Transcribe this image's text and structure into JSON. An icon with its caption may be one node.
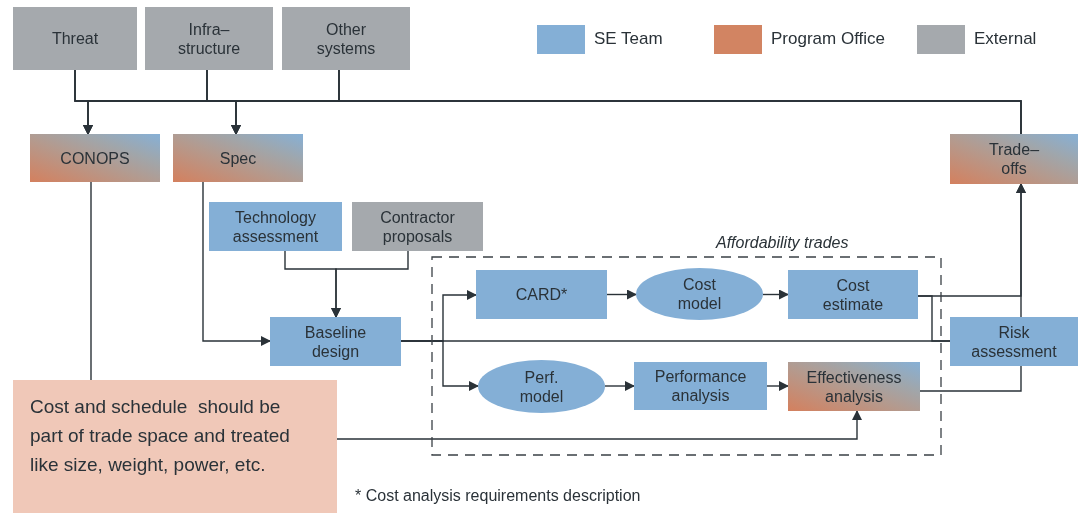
{
  "diagram": {
    "nodes": [
      {
        "text": [
          "Threat"
        ]
      },
      {
        "text": [
          "Infra– structure"
        ]
      },
      {
        "text": [
          "Other systems"
        ]
      },
      {
        "text": [
          "CONOPS"
        ]
      },
      {
        "text": [
          "Spec"
        ]
      },
      {
        "text": [
          "Trade– offs"
        ]
      },
      {
        "text": [
          "Technology assessment"
        ]
      },
      {
        "text": [
          "Contractor proposals"
        ]
      },
      {
        "text": [
          "Baseline design"
        ]
      },
      {
        "text": [
          "Affordability trades"
        ]
      },
      {
        "text": [
          "CARD*"
        ],
        "in": 9
      },
      {
        "text": [
          "Cost model"
        ],
        "in": 9
      },
      {
        "text": [
          "Cost estimate"
        ],
        "in": 9
      },
      {
        "text": [
          "Risk assessment"
        ]
      },
      {
        "text": [
          "Perf. model"
        ],
        "in": 9
      },
      {
        "text": [
          "Performance analysis"
        ],
        "in": 9
      },
      {
        "text": [
          "Effectiveness analysis"
        ],
        "in": 9
      },
      {
        "text": [
          "Cost and schedule  should be part of trade space and treated like size, weight, power, etc."
        ]
      }
    ],
    "edges": [
      {
        "from": 0,
        "to": 3,
        "arrow": "to"
      },
      {
        "from": 0,
        "to": 4,
        "arrow": "to"
      },
      {
        "from": 0,
        "to": 5,
        "arrow": "none"
      },
      {
        "from": 1,
        "to": 3,
        "arrow": "to"
      },
      {
        "from": 1,
        "to": 4,
        "arrow": "to"
      },
      {
        "from": 1,
        "to": 5,
        "arrow": "none"
      },
      {
        "from": 2,
        "to": 3,
        "arrow": "to"
      },
      {
        "from": 2,
        "to": 4,
        "arrow": "to"
      },
      {
        "from": 2,
        "to": 5,
        "arrow": "none"
      },
      {
        "from": 3,
        "to": 17,
        "arrow": "none"
      },
      {
        "from": 4,
        "to": 8,
        "arrow": "to"
      },
      {
        "from": 6,
        "to": 8,
        "arrow": "to"
      },
      {
        "from": 7,
        "to": 8,
        "arrow": "to"
      },
      {
        "from": 8,
        "to": 10,
        "arrow": "to"
      },
      {
        "from": 8,
        "to": 14,
        "arrow": "to"
      },
      {
        "from": 8,
        "to": 13,
        "arrow": "none"
      },
      {
        "from": 10,
        "to": 11,
        "arrow": "to"
      },
      {
        "from": 11,
        "to": 12,
        "arrow": "to"
      },
      {
        "from": 12,
        "to": 5,
        "arrow": "to"
      },
      {
        "from": 12,
        "to": 13,
        "arrow": "none"
      },
      {
        "from": 14,
        "to": 15,
        "arrow": "to"
      },
      {
        "from": 15,
        "to": 16,
        "arrow": "to"
      },
      {
        "from": 16,
        "to": 13,
        "arrow": "none"
      },
      {
        "from": 13,
        "to": 5,
        "arrow": "to"
      },
      {
        "from": 17,
        "to": 16,
        "arrow": "to"
      }
    ],
    "labels": [
      "* Cost analysis requirements description"
    ],
    "legend": [
      {
        "text": "SE Team",
        "color": "#84afd6"
      },
      {
        "text": "Program Office",
        "color": "#d28462"
      },
      {
        "text": "External",
        "color": "#a5a9ad"
      }
    ]
  }
}
